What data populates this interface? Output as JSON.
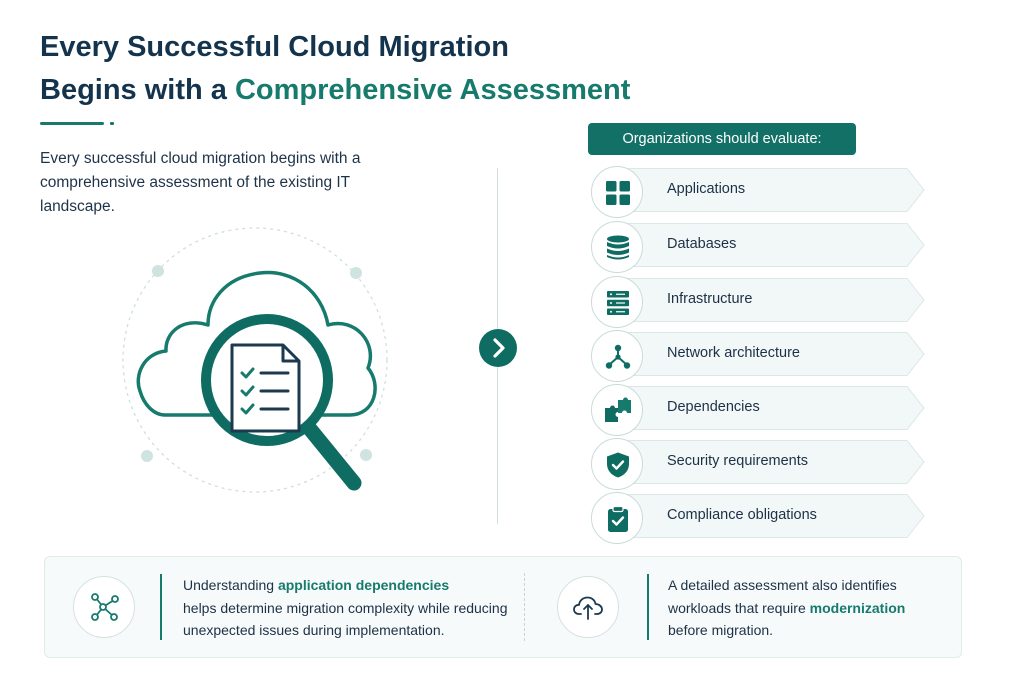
{
  "title": {
    "line1": "Every Successful Cloud Migration",
    "line2_prefix": "Begins with a ",
    "line2_accent": "Comprehensive Assessment"
  },
  "intro": "Every successful cloud migration begins with a comprehensive assessment of the existing IT landscape.",
  "evaluate": {
    "heading": "Organizations should evaluate:",
    "items": [
      {
        "label": "Applications",
        "icon": "applications-grid-icon"
      },
      {
        "label": "Databases",
        "icon": "database-icon"
      },
      {
        "label": "Infrastructure",
        "icon": "server-rack-icon"
      },
      {
        "label": "Network architecture",
        "icon": "network-nodes-icon"
      },
      {
        "label": "Dependencies",
        "icon": "puzzle-pieces-icon"
      },
      {
        "label": "Security requirements",
        "icon": "shield-check-icon"
      },
      {
        "label": "Compliance obligations",
        "icon": "clipboard-check-icon"
      }
    ]
  },
  "bottom": {
    "left": {
      "pre": "Understanding ",
      "highlight": "application dependencies",
      "post": "helps determine migration complexity while reducing unexpected issues during implementation."
    },
    "right": {
      "pre": "A detailed assessment also identifies workloads that require ",
      "highlight": "modernization",
      "post": "before migration."
    }
  },
  "colors": {
    "accent": "#167a6d",
    "dark_accent": "#0f6c62",
    "title": "#14334d",
    "band": "#f2f7f7",
    "border": "#c9dcda"
  }
}
